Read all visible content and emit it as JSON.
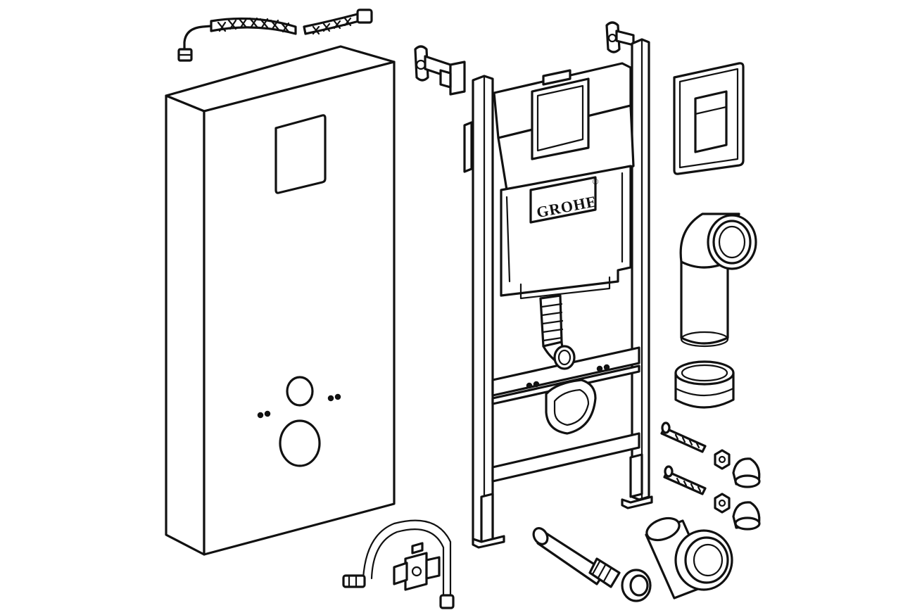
{
  "brand": {
    "logo_text": "GROHE",
    "registered_mark": "®"
  },
  "colors": {
    "line": "#111111",
    "background": "#ffffff"
  },
  "parts": [
    "braided-supply-hose-top",
    "decorative-wall-panel",
    "wall-anchor-brackets",
    "installation-frame",
    "concealed-cistern",
    "flush-plate",
    "pan-connector-elbow",
    "connector-sleeve",
    "mounting-bolts",
    "hex-nuts",
    "cap-nuts",
    "flexible-supply-hose",
    "angle-valve",
    "flush-pipe",
    "rubber-seal",
    "straight-pan-connector"
  ]
}
